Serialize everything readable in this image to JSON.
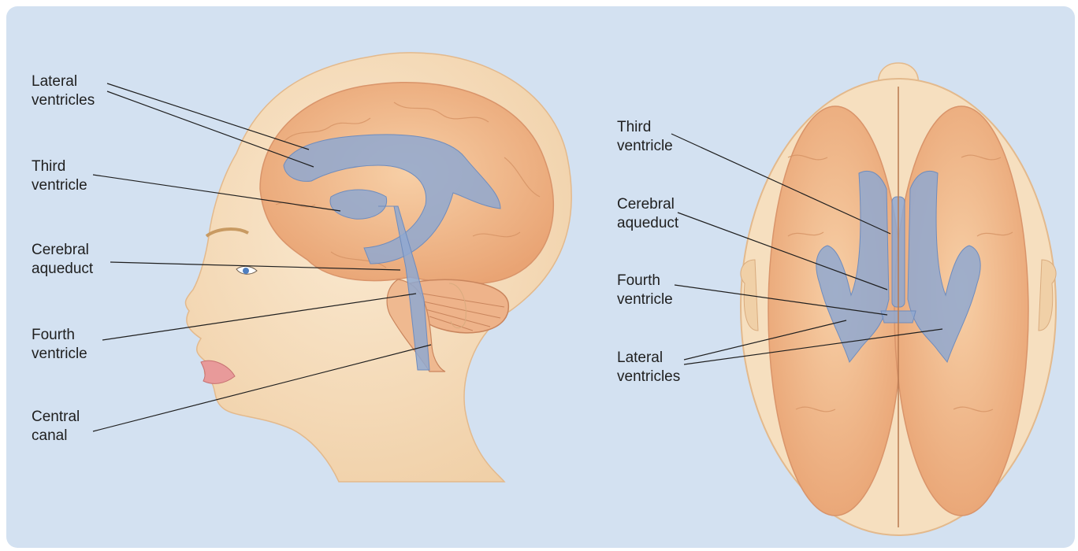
{
  "side_view": {
    "lateral_ventricles": [
      "Lateral",
      "ventricles"
    ],
    "third_ventricle": [
      "Third",
      "ventricle"
    ],
    "cerebral_aqueduct": [
      "Cerebral",
      "aqueduct"
    ],
    "fourth_ventricle": [
      "Fourth",
      "ventricle"
    ],
    "central_canal": [
      "Central",
      "canal"
    ]
  },
  "top_view": {
    "third_ventricle": [
      "Third",
      "ventricle"
    ],
    "cerebral_aqueduct": [
      "Cerebral",
      "aqueduct"
    ],
    "fourth_ventricle": [
      "Fourth",
      "ventricle"
    ],
    "lateral_ventricles": [
      "Lateral",
      "ventricles"
    ]
  },
  "colors": {
    "background": "#d3e1f1",
    "skin": "#f6dfbf",
    "brain": "#f1b888",
    "ventricles": "#8fa8d0"
  }
}
